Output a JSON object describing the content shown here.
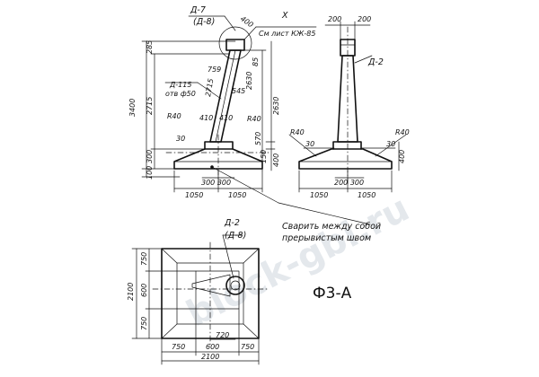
{
  "title": "Ф3-А",
  "watermark": "block-gbi.ru",
  "labels": {
    "d7": "Д-7",
    "d8_top": "(Д-8)",
    "section_x": "X",
    "see_sheet": "См лист КЖ-85",
    "d115": "Д-115",
    "d115_sub": "отв ф50",
    "d2_right": "Д-2",
    "d2_plan": "Д-2",
    "d8_plan": "(Д-8)",
    "weld_note_1": "Сварить между собой",
    "weld_note_2": "прерывистым швом"
  },
  "dims": {
    "front": {
      "total_h": "3400",
      "h_2715": "2715",
      "h_285": "285",
      "h_100": "100",
      "h_300": "300",
      "w_left": "1050",
      "w_right": "1050",
      "w_300_300": "300 300",
      "r40_l": "R40",
      "r40_r": "R40",
      "d30": "30",
      "d410": "410",
      "d410b": "410",
      "d2630": "2630",
      "d2630b": "2630",
      "d2715b": "2715",
      "d759": "759",
      "d545": "545",
      "d85": "85",
      "d570": "570",
      "d400": "400",
      "d150": "150",
      "d400_top": "400"
    },
    "side": {
      "top_l": "200",
      "top_r": "200",
      "r40_l": "R40",
      "r40_r": "R40",
      "d30_l": "30",
      "d30_r": "30",
      "d400": "400",
      "w_left": "1050",
      "w_right": "1050",
      "w_200_300": "200 300"
    },
    "plan": {
      "total_h": "2100",
      "h_750_top": "750",
      "h_600": "600",
      "h_750_bot": "750",
      "w_720": "720",
      "w_750_l": "750",
      "w_600": "600",
      "w_750_r": "750",
      "total_w": "2100"
    }
  }
}
